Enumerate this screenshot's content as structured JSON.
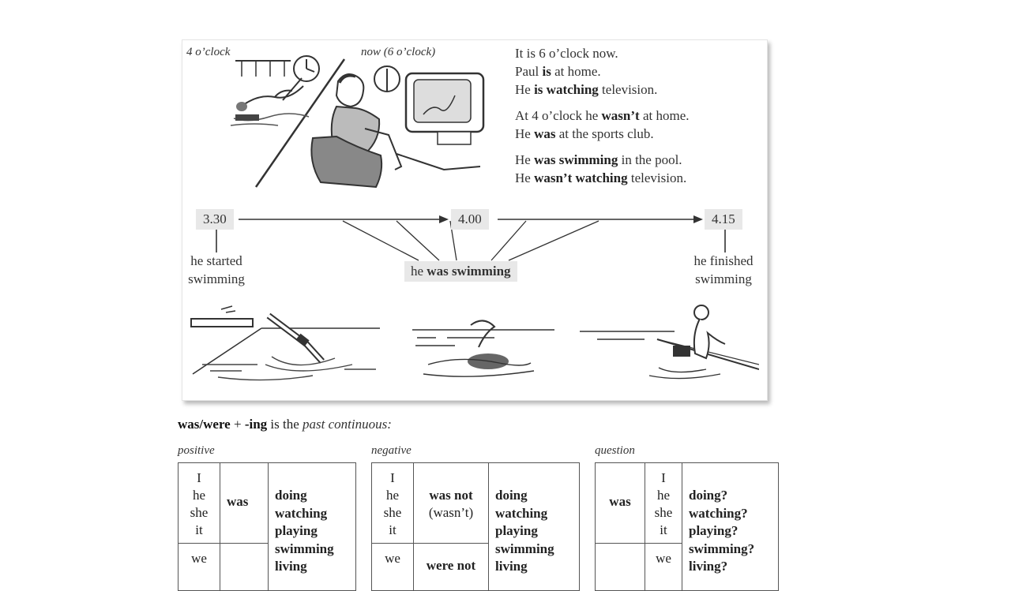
{
  "illustration": {
    "caption_left": "4 o’clock",
    "caption_right": "now (6 o’clock)",
    "narrative": [
      {
        "parts": [
          {
            "t": "It is 6 o’clock now.",
            "b": false
          }
        ]
      },
      {
        "parts": [
          {
            "t": "Paul ",
            "b": false
          },
          {
            "t": "is",
            "b": true
          },
          {
            "t": " at home.",
            "b": false
          }
        ]
      },
      {
        "parts": [
          {
            "t": "He ",
            "b": false
          },
          {
            "t": "is watching",
            "b": true
          },
          {
            "t": " television.",
            "b": false
          }
        ]
      },
      {
        "parts": [
          {
            "t": "At 4 o’clock he ",
            "b": false
          },
          {
            "t": "wasn’t",
            "b": true
          },
          {
            "t": " at home.",
            "b": false
          }
        ]
      },
      {
        "parts": [
          {
            "t": "He ",
            "b": false
          },
          {
            "t": "was",
            "b": true
          },
          {
            "t": " at the sports club.",
            "b": false
          }
        ]
      },
      {
        "parts": [
          {
            "t": "He ",
            "b": false
          },
          {
            "t": "was swimming",
            "b": true
          },
          {
            "t": " in the pool.",
            "b": false
          }
        ]
      },
      {
        "parts": [
          {
            "t": "He ",
            "b": false
          },
          {
            "t": "wasn’t watching",
            "b": true
          },
          {
            "t": " television.",
            "b": false
          }
        ]
      }
    ]
  },
  "timeline": {
    "time_start": "3.30",
    "time_mid": "4.00",
    "time_end": "4.15",
    "label_start": [
      "he started",
      "swimming"
    ],
    "label_mid_pre": "he ",
    "label_mid_bold": "was swimming",
    "label_end": [
      "he finished",
      "swimming"
    ]
  },
  "intro": {
    "bold": "was/were",
    "plus": " + ",
    "bold2": "-ing",
    "rest": " is the ",
    "italic": "past continuous:"
  },
  "tables": {
    "positive": {
      "caption": "positive",
      "pronouns_1": [
        "I",
        "he",
        "she",
        "it"
      ],
      "aux_1": "was",
      "pronouns_2": [
        "we"
      ],
      "verbs": [
        "doing",
        "watching",
        "playing",
        "swimming",
        "living"
      ]
    },
    "negative": {
      "caption": "negative",
      "pronouns_1": [
        "I",
        "he",
        "she",
        "it"
      ],
      "aux_1": [
        "was not",
        "(wasn’t)"
      ],
      "pronouns_2": [
        "we"
      ],
      "aux_2": "were not",
      "verbs": [
        "doing",
        "watching",
        "playing",
        "swimming",
        "living"
      ]
    },
    "question": {
      "caption": "question",
      "aux_1": "was",
      "pronouns_1": [
        "I",
        "he",
        "she",
        "it"
      ],
      "pronouns_2": [
        "we"
      ],
      "verbs": [
        "doing?",
        "watching?",
        "playing?",
        "swimming?",
        "living?"
      ]
    }
  }
}
